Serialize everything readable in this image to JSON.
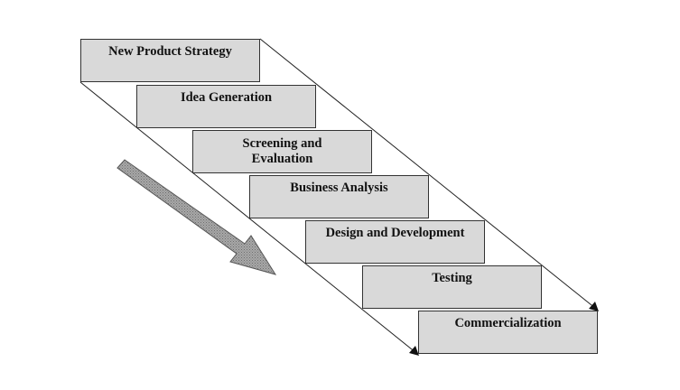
{
  "diagram": {
    "steps": [
      "New Product Strategy",
      "Idea Generation",
      "Screening and Evaluation",
      "Business Analysis",
      "Design and Development",
      "Testing",
      "Commercialization"
    ]
  },
  "colors": {
    "box_fill": "#d9d9d9",
    "box_border": "#333333",
    "arrow_fill": "#9a9a9a"
  }
}
